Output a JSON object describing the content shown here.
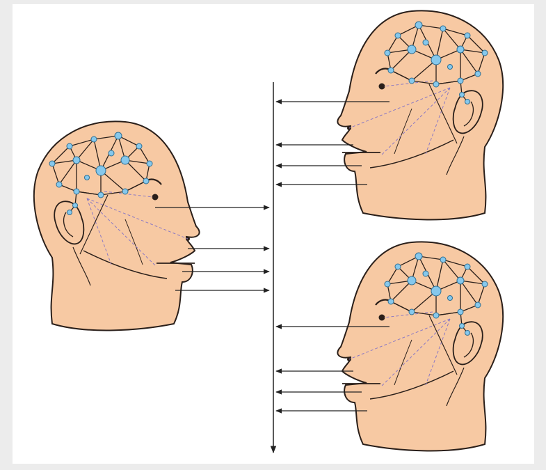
{
  "diagram": {
    "description_text": "",
    "colors": {
      "background": "#ececec",
      "panel": "#ffffff",
      "skin": "#f7c9a3",
      "outline": "#2a1f1a",
      "neuron": "#86c8ec",
      "neuron_edge": "#2f6f93",
      "guide_line": "#8a78c4",
      "arrow": "#222222"
    },
    "icons": {
      "head": "human-head-profile-icon",
      "brain": "neural-network-brain-icon",
      "eye": "eye-icon",
      "arrow": "arrow-icon"
    },
    "figures": [
      "speaker-head",
      "listener-head-top",
      "listener-head-bottom"
    ],
    "channels": {
      "outgoing": [
        "eye",
        "nose",
        "upper-lip",
        "lower-lip"
      ],
      "incoming_top": [
        "eye",
        "nose",
        "upper-lip",
        "lower-lip"
      ],
      "incoming_bottom": [
        "eye",
        "nose",
        "upper-lip",
        "lower-lip"
      ]
    }
  }
}
